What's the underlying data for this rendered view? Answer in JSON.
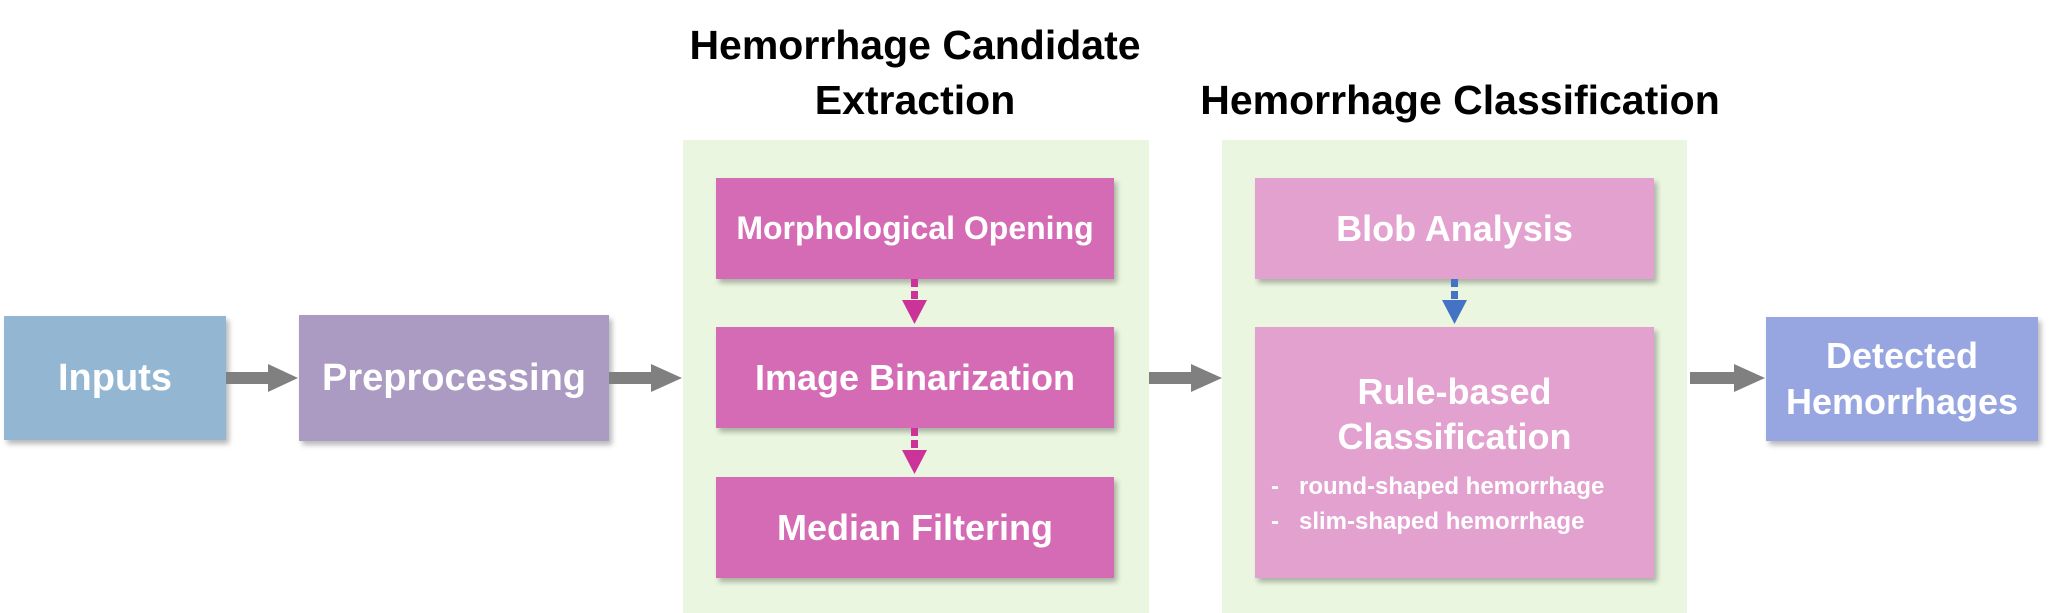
{
  "headings": {
    "extraction_line1": "Hemorrhage Candidate",
    "extraction_line2": "Extraction",
    "classification": "Hemorrhage Classification"
  },
  "boxes": {
    "inputs": "Inputs",
    "preprocessing": "Preprocessing",
    "morphological_opening": "Morphological Opening",
    "image_binarization": "Image Binarization",
    "median_filtering": "Median Filtering",
    "blob_analysis": "Blob Analysis",
    "rule_based_line1": "Rule-based",
    "rule_based_line2": "Classification",
    "rule_items": [
      "round-shaped hemorrhage",
      "slim-shaped hemorrhage"
    ],
    "detected_line1": "Detected",
    "detected_line2": "Hemorrhages"
  },
  "colors": {
    "panel": "#eaf6e0",
    "inputs": "#93b7d3",
    "preprocessing": "#ab9bc3",
    "extraction_step": "#d56bb4",
    "classification_step": "#e3a1cf",
    "output": "#97a6e0",
    "arrow_gray": "#808080",
    "arrow_magenta": "#cc3399",
    "arrow_blue": "#4472c4"
  },
  "icons": {
    "flow_arrow": "right-arrow",
    "step_arrow": "down-arrow"
  }
}
